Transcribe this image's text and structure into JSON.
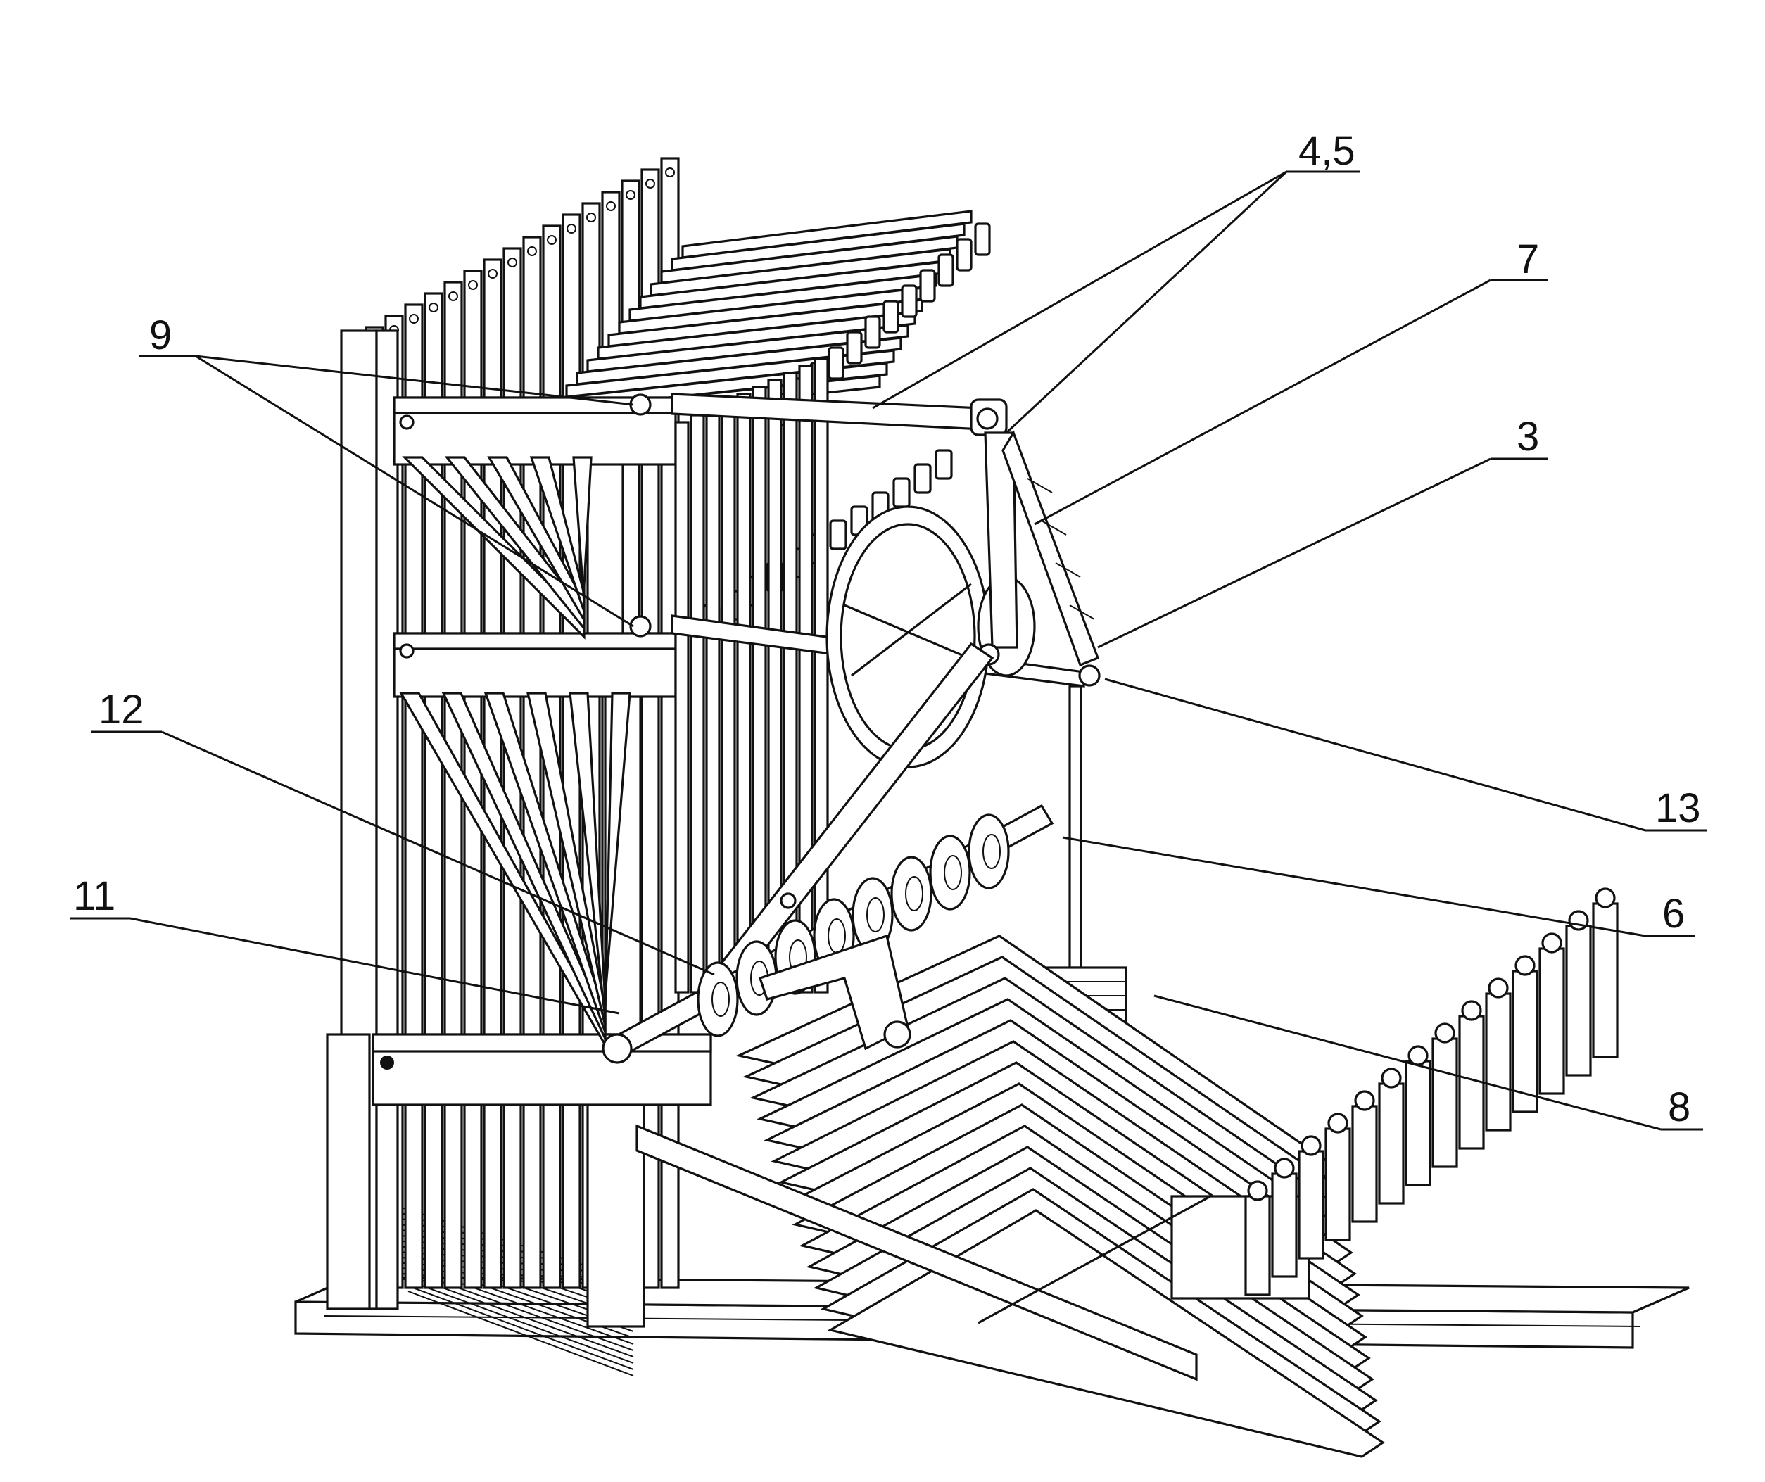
{
  "figure": {
    "background": "#ffffff",
    "ink": "#111111"
  },
  "callouts": [
    {
      "id": "label-4-5",
      "text": "4,5"
    },
    {
      "id": "label-7",
      "text": "7"
    },
    {
      "id": "label-9",
      "text": "9"
    },
    {
      "id": "label-3",
      "text": "3"
    },
    {
      "id": "label-12",
      "text": "12"
    },
    {
      "id": "label-13",
      "text": "13"
    },
    {
      "id": "label-11",
      "text": "11"
    },
    {
      "id": "label-6",
      "text": "6"
    },
    {
      "id": "label-8",
      "text": "8"
    }
  ]
}
